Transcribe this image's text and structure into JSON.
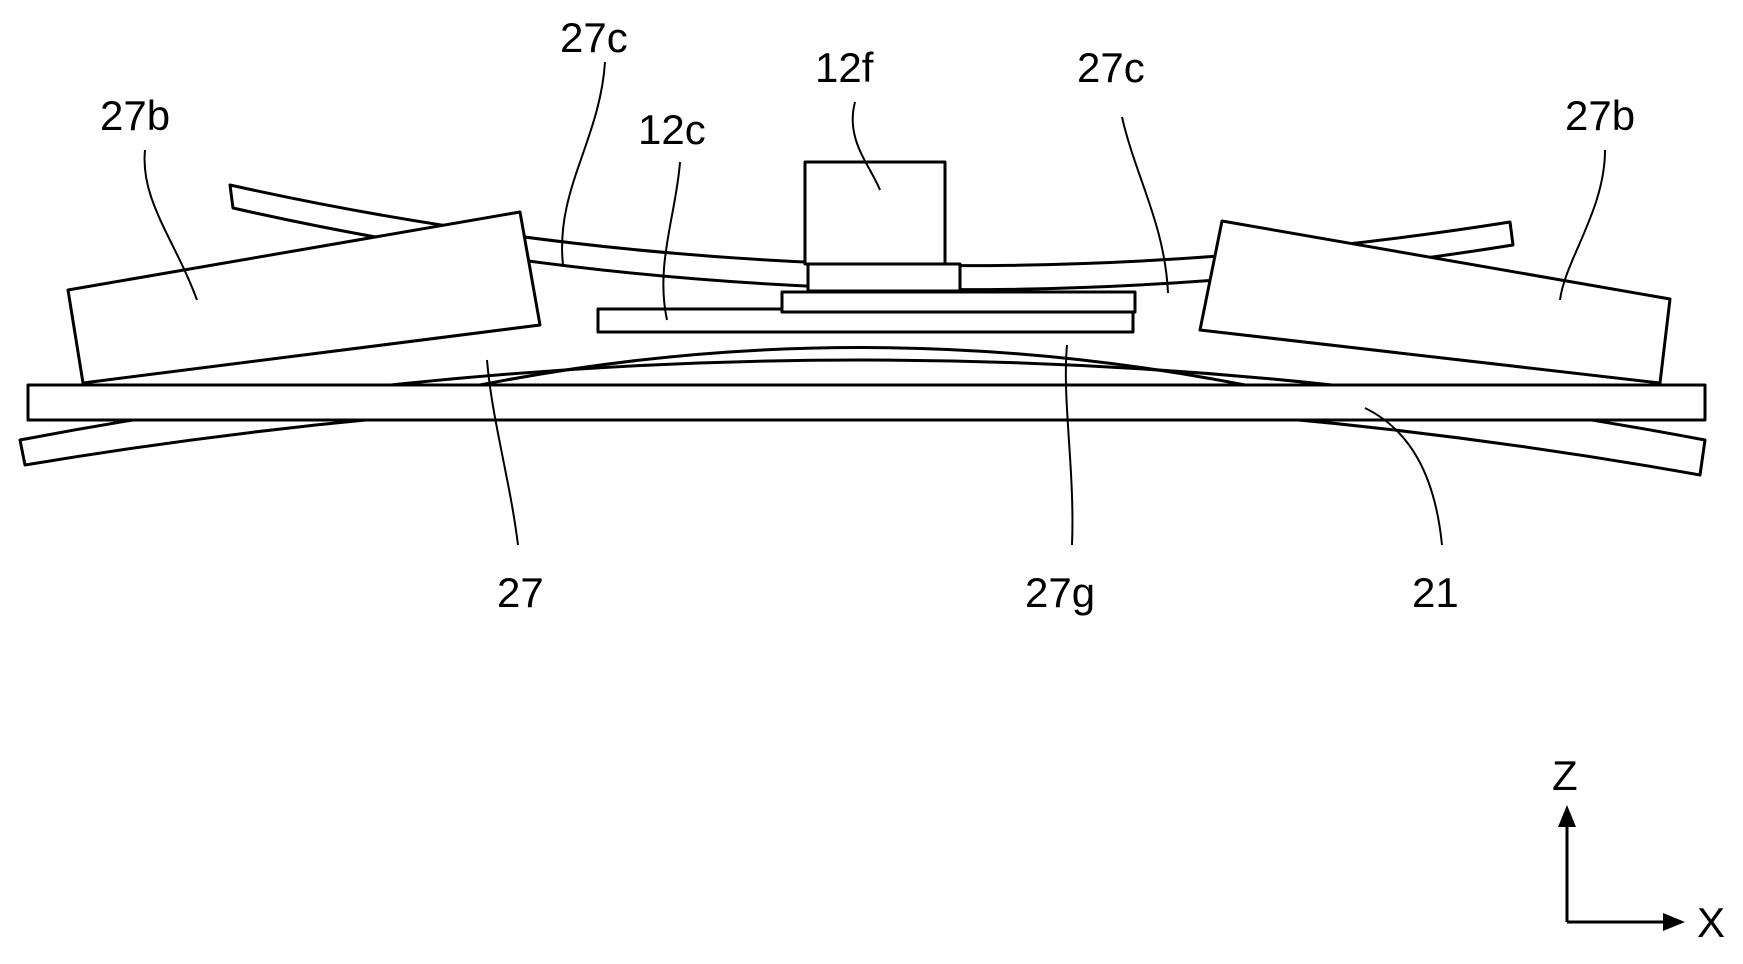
{
  "labels": {
    "beam_27": "27",
    "strap_27c_left": "27c",
    "strap_27c_right": "27c",
    "block_27b_left": "27b",
    "block_27b_right": "27b",
    "plate_12c": "12c",
    "head_12f": "12f",
    "gap_27g": "27g",
    "base_21": "21"
  },
  "axes": {
    "vertical": "Z",
    "horizontal": "X"
  }
}
